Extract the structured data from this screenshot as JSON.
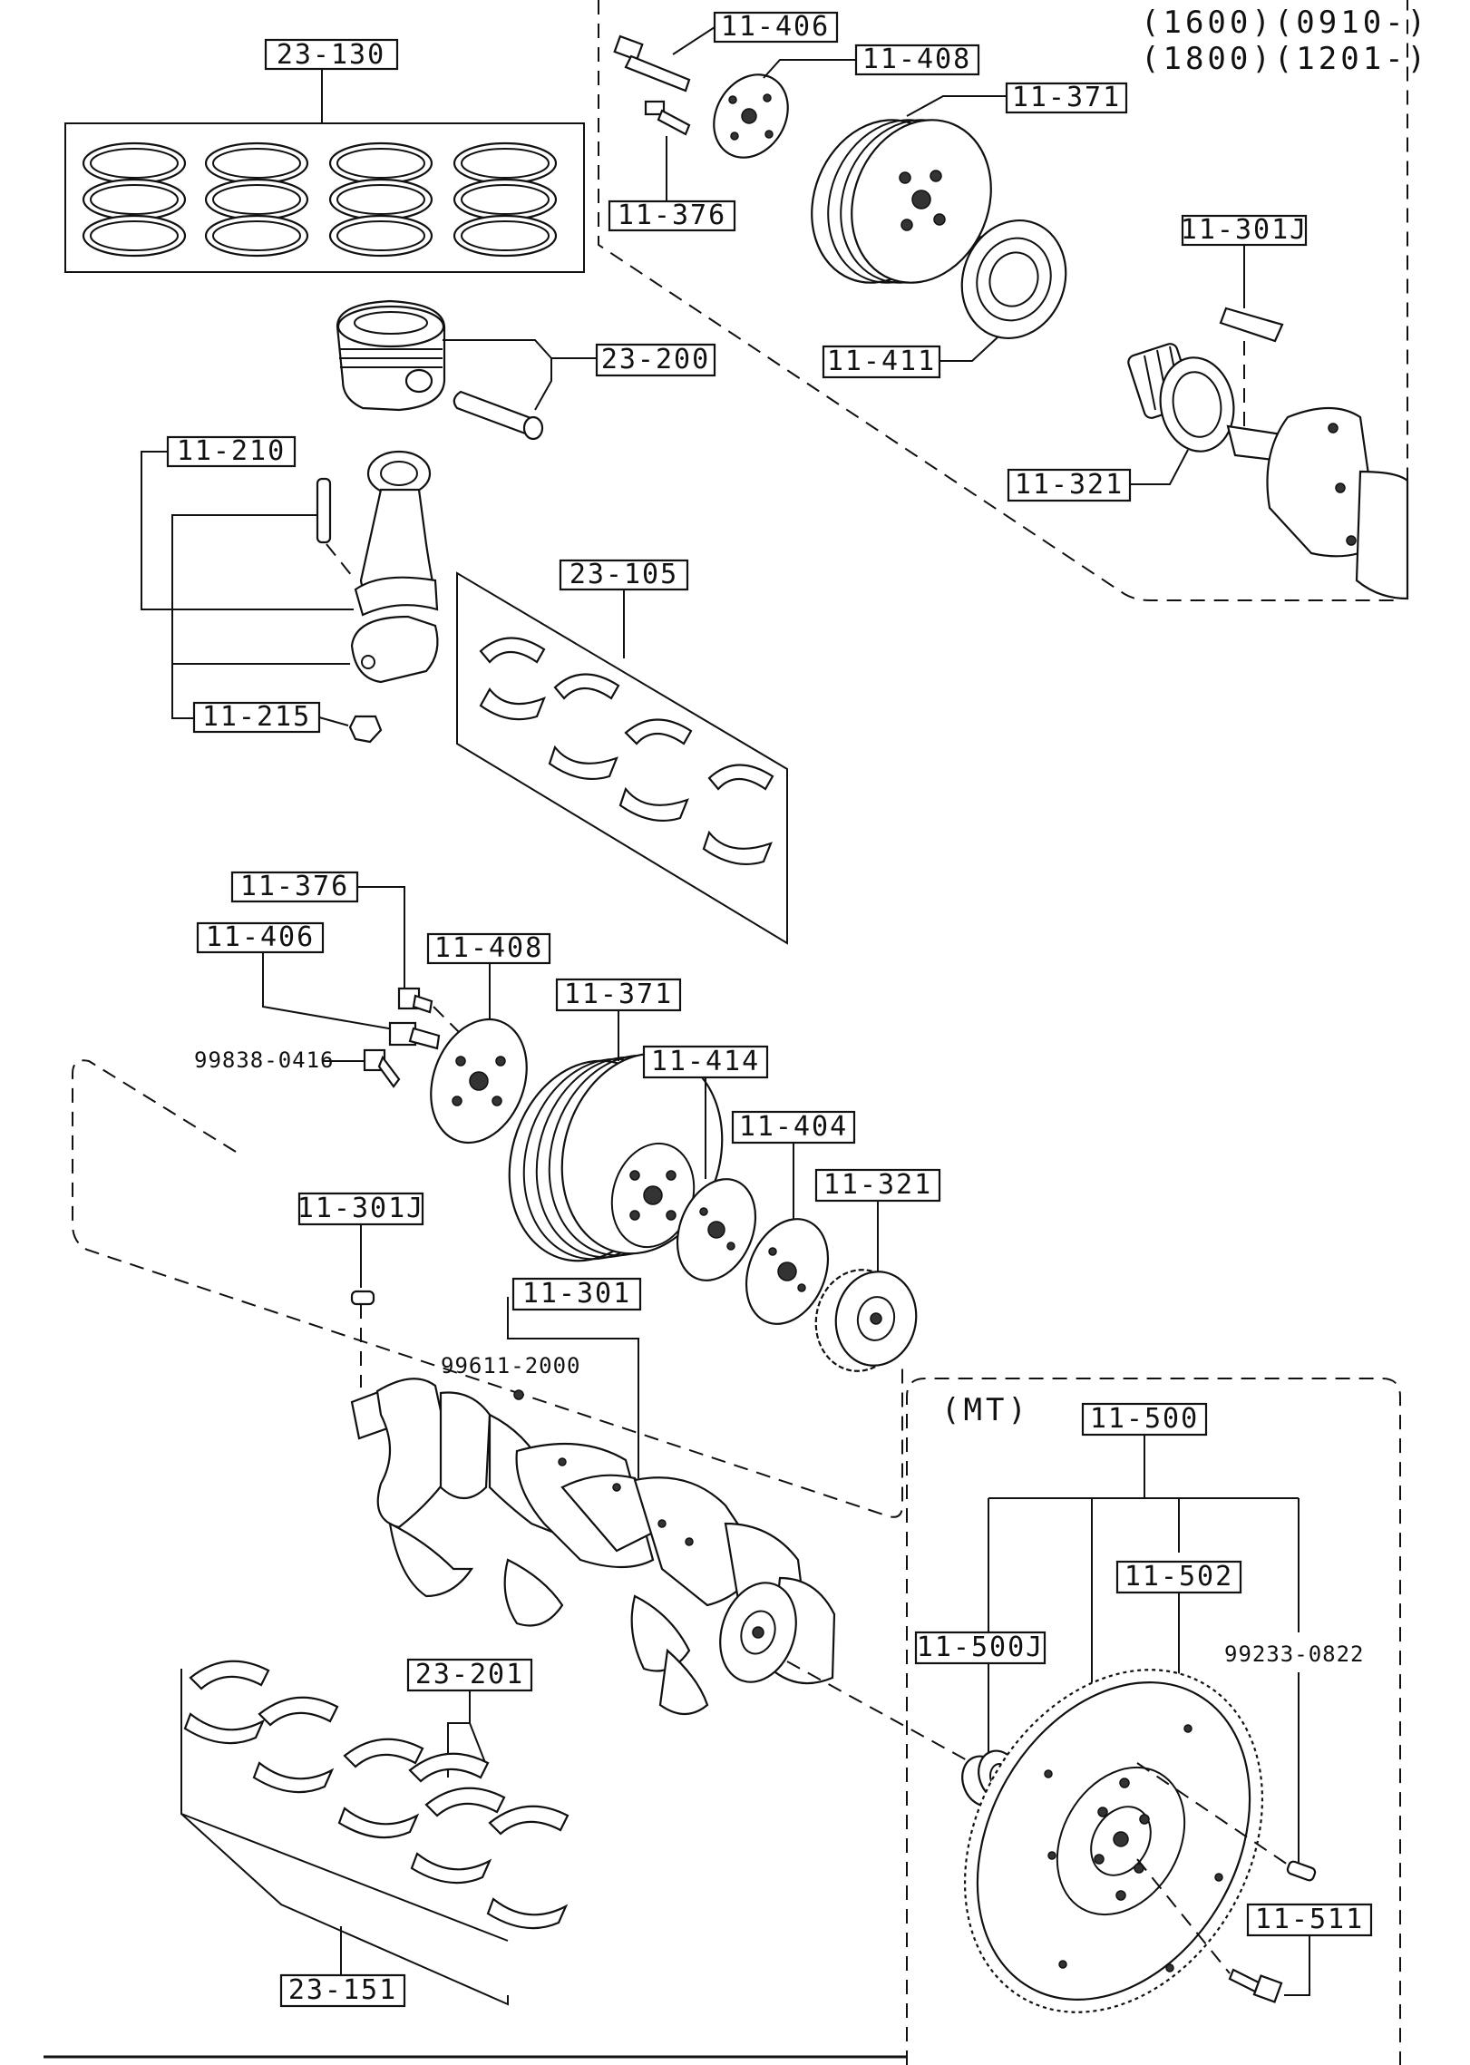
{
  "header": {
    "variant_1": "(1600)(0910-)",
    "variant_2": "(1800)(1201-)"
  },
  "section_labels": {
    "mt": "(MT)"
  },
  "callouts": {
    "c_23_130": "23-130",
    "c_23_200": "23-200",
    "c_11_210": "11-210",
    "c_11_215": "11-215",
    "c_23_105": "23-105",
    "c_11_406_top": "11-406",
    "c_11_408_top": "11-408",
    "c_11_376_top": "11-376",
    "c_11_371_top": "11-371",
    "c_11_301J_top": "11-301J",
    "c_11_411": "11-411",
    "c_11_321_top": "11-321",
    "c_11_376_mid": "11-376",
    "c_11_406_mid": "11-406",
    "c_11_408_mid": "11-408",
    "c_11_371_mid": "11-371",
    "c_11_414": "11-414",
    "c_11_404": "11-404",
    "c_11_321_mid": "11-321",
    "c_11_301J_mid": "11-301J",
    "c_11_301": "11-301",
    "c_11_500": "11-500",
    "c_11_502": "11-502",
    "c_11_500J": "11-500J",
    "c_11_511": "11-511",
    "c_23_201": "23-201",
    "c_23_151": "23-151"
  },
  "plain_labels": {
    "p_99838_0416": "99838-0416",
    "p_99611_2000": "99611-2000",
    "p_99233_0822": "99233-0822"
  }
}
